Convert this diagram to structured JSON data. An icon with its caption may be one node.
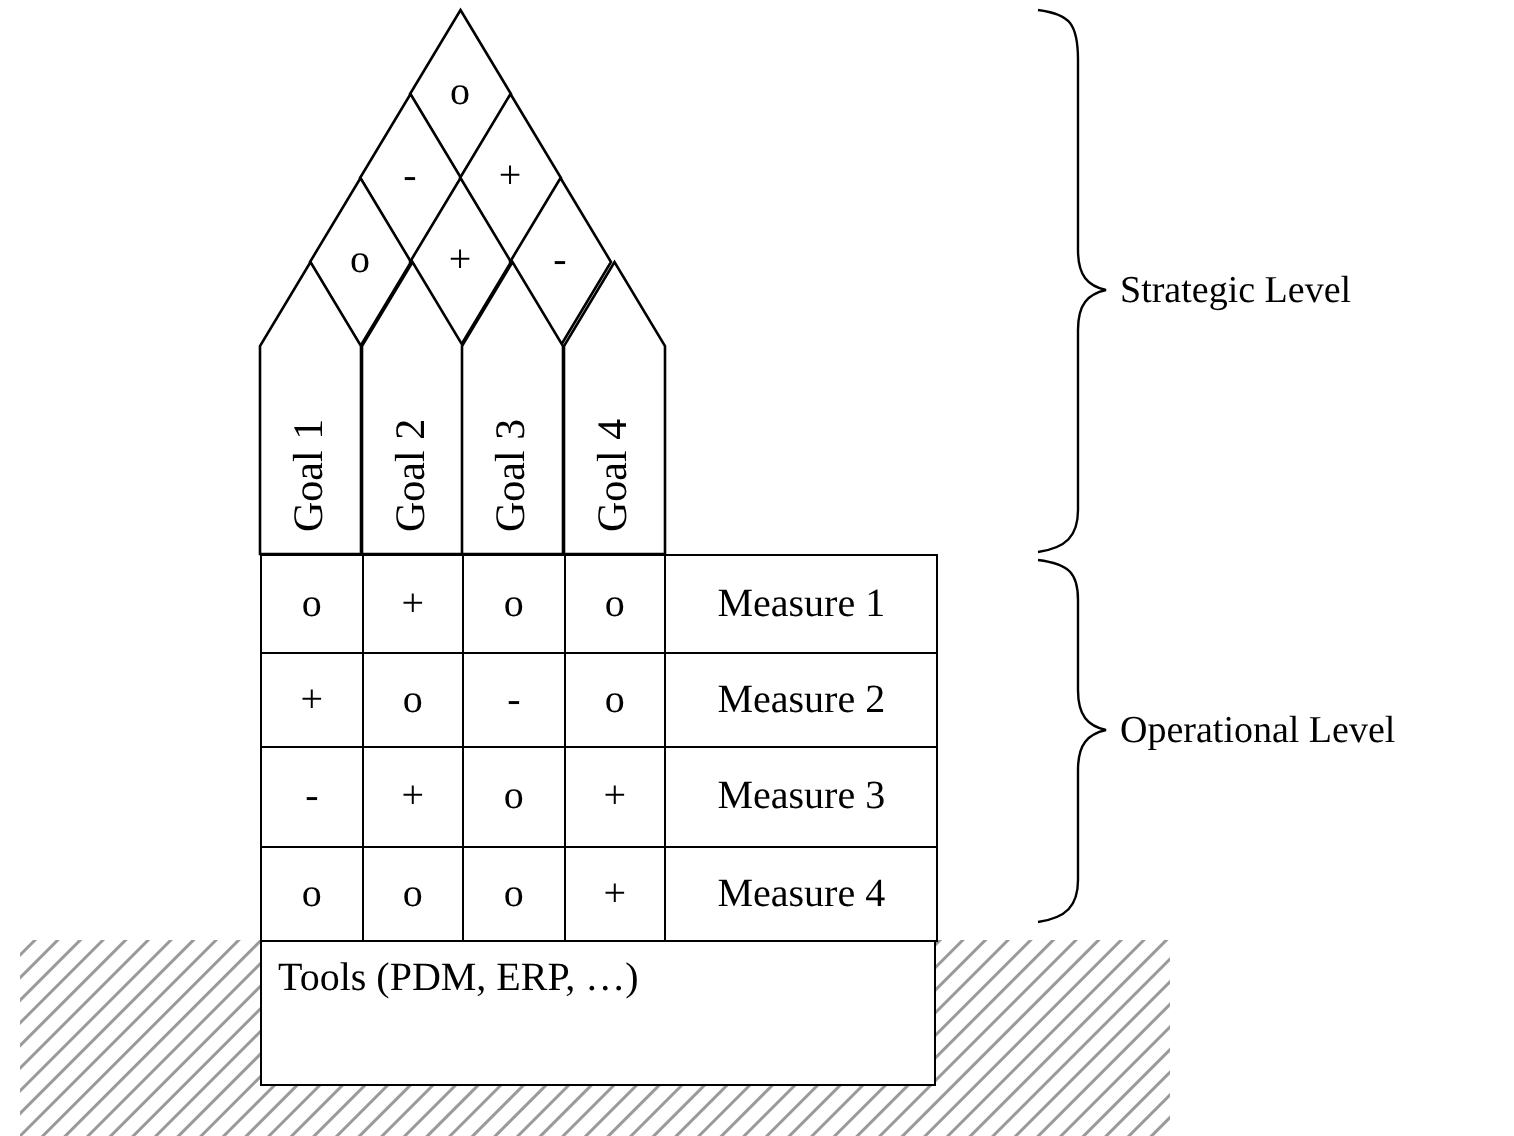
{
  "diagram": {
    "nodes": [
      {
        "text": [
          "o"
        ]
      },
      {
        "text": [
          "-"
        ]
      },
      {
        "text": [
          "+"
        ]
      },
      {
        "text": [
          "o"
        ]
      },
      {
        "text": [
          "+"
        ]
      },
      {
        "text": [
          "-"
        ]
      },
      {
        "text": [
          "Goal 1"
        ]
      },
      {
        "text": [
          "Goal 2"
        ]
      },
      {
        "text": [
          "Goal 3"
        ]
      },
      {
        "text": [
          "Goal 4"
        ]
      },
      {
        "text": [
          "Tools (PDM, ERP, …)"
        ]
      }
    ],
    "labels": [
      "o",
      "+",
      "o",
      "o",
      "Measure 1",
      "+",
      "o",
      "-",
      "o",
      "Measure 2",
      "-",
      "+",
      "o",
      "+",
      "Measure 3",
      "o",
      "o",
      "o",
      "+",
      "Measure 4",
      "Strategic Level",
      "Operational Level"
    ]
  }
}
